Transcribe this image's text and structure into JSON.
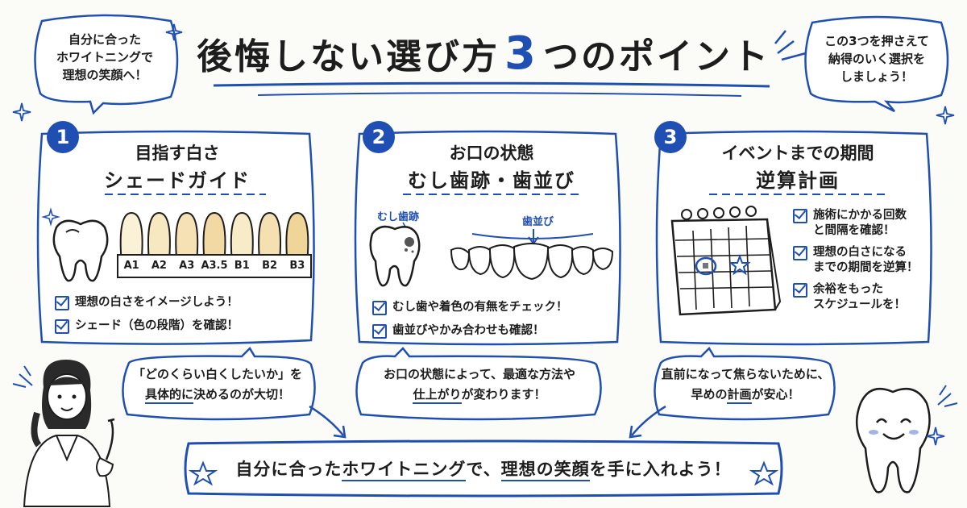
{
  "title": {
    "prefix": "後悔しない選び方",
    "number": "3",
    "suffix": "つのポイント"
  },
  "left_bubble": {
    "line1": "自分に合った",
    "line2": "ホワイトニングで",
    "line3": "理想の笑顔へ！"
  },
  "right_bubble": {
    "line1": "この3つを押さえて",
    "line2": "納得のいく選択を",
    "line3": "しましょう！"
  },
  "cards": [
    {
      "number": "1",
      "title": "目指す白さ",
      "subtitle": "シェードガイド",
      "shades": [
        "A1",
        "A2",
        "A3",
        "A3.5",
        "B1",
        "B2",
        "B3"
      ],
      "checks": [
        "理想の白さをイメージしよう！",
        "シェード（色の段階）を確認！"
      ]
    },
    {
      "number": "2",
      "title": "お口の状態",
      "subtitle": "むし歯跡・歯並び",
      "label_cavity": "むし歯跡",
      "label_alignment": "歯並び",
      "checks": [
        "むし歯や着色の有無をチェック！",
        "歯並びやかみ合わせも確認！"
      ]
    },
    {
      "number": "3",
      "title": "イベントまでの期間",
      "subtitle": "逆算計画",
      "checks": [
        {
          "line1": "施術にかかる回数",
          "line2": "と間隔を確認！"
        },
        {
          "line1": "理想の白さになる",
          "line2": "までの期間を逆算！"
        },
        {
          "line1": "余裕をもった",
          "line2": "スケジュールを！"
        }
      ]
    }
  ],
  "mid_bubbles": [
    {
      "line1": "「どのくらい白くしたいか」を",
      "line2a": "具体的に",
      "line2b": "決める",
      "line2c": "のが大切！"
    },
    {
      "line1": "お口の状態によって、最適な方法や",
      "line2a": "仕上がり",
      "line2b": "が変わります！"
    },
    {
      "line1": "直前になって焦らないために、",
      "line2a": "早めの",
      "line2b": "計画",
      "line2c": "が安心！"
    }
  ],
  "banner": {
    "a": "自分に合った",
    "b": "ホワイトニング",
    "c": "で、",
    "d": "理想の笑顔",
    "e": "を手に入れよう！"
  },
  "colors": {
    "accent": "#1f4fb3",
    "ink": "#1d1d1d",
    "paper": "#fbfbf8"
  }
}
